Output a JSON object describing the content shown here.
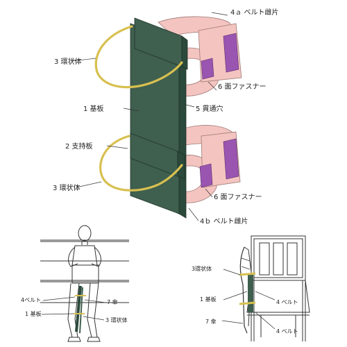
{
  "colors": {
    "base_board": "#3f5f4f",
    "base_board_dark": "#2c4a3c",
    "belt": "#f4c4c0",
    "belt_edge": "#caa4a0",
    "velcro": "#9a55b0",
    "ring": "#d8c050",
    "ring_edge": "#8e7b22",
    "sketch": "#333333"
  },
  "labels": {
    "belt_piece_a": "4ａ ベルト雌片",
    "ring_body_top": "3 環状体",
    "velcro_top": "6 面ファスナー",
    "base_board": "1 基板",
    "through_hole": "5 貫通穴",
    "support_plate": "2 支持板",
    "ring_body_bottom": "3 環状体",
    "velcro_bottom": "6 面ファスナー",
    "belt_piece_b": "4ｂ ベルト雌片"
  },
  "bottom_left": {
    "belt": "4ベルト",
    "umbrella": "7 傘",
    "base_board": "1 基板",
    "ring_body": "3 環状体"
  },
  "bottom_right": {
    "ring_body": "3環状体",
    "base_board": "1 基板",
    "belt_top": "4 ベルト",
    "umbrella": "7 傘",
    "belt_bottom": "4 ベルト"
  }
}
